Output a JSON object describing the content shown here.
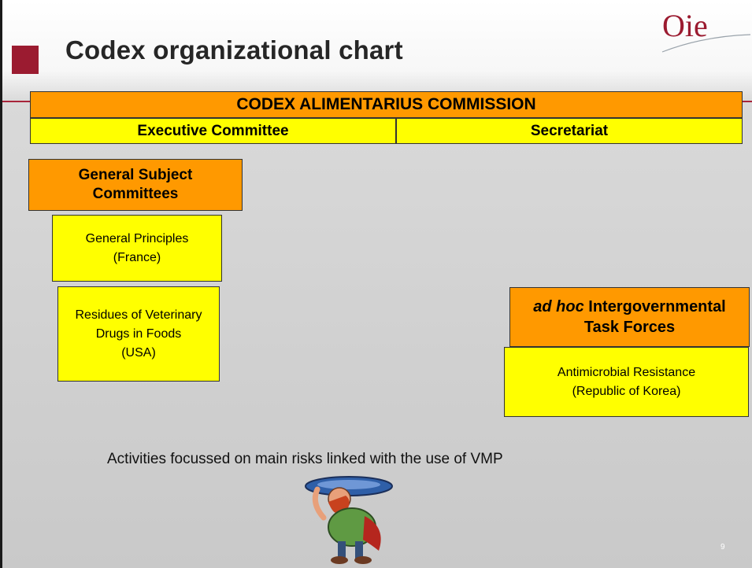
{
  "slide": {
    "title": "Codex organizational chart",
    "logo_text": "Oie",
    "page_number": "9",
    "caption": "Activities focussed on main risks linked with the use of VMP"
  },
  "chart": {
    "commission": "CODEX ALIMENTARIUS COMMISSION",
    "executive_committee": "Executive Committee",
    "secretariat": "Secretariat",
    "general_subject": {
      "line1": "General Subject",
      "line2": "Committees"
    },
    "general_principles": {
      "name": "General Principles",
      "host": "(France)"
    },
    "residues": {
      "line1": "Residues of Veterinary",
      "line2": "Drugs in Foods",
      "host": "(USA)"
    },
    "task_forces": {
      "italic": "ad hoc",
      "line1_rest": " Intergovernmental",
      "line2": "Task Forces"
    },
    "amr": {
      "name": "Antimicrobial Resistance",
      "host": "(Republic of Korea)"
    }
  },
  "colors": {
    "accent": "#9b1b30",
    "orange_box": "#ff9900",
    "yellow_box": "#ffff00"
  }
}
